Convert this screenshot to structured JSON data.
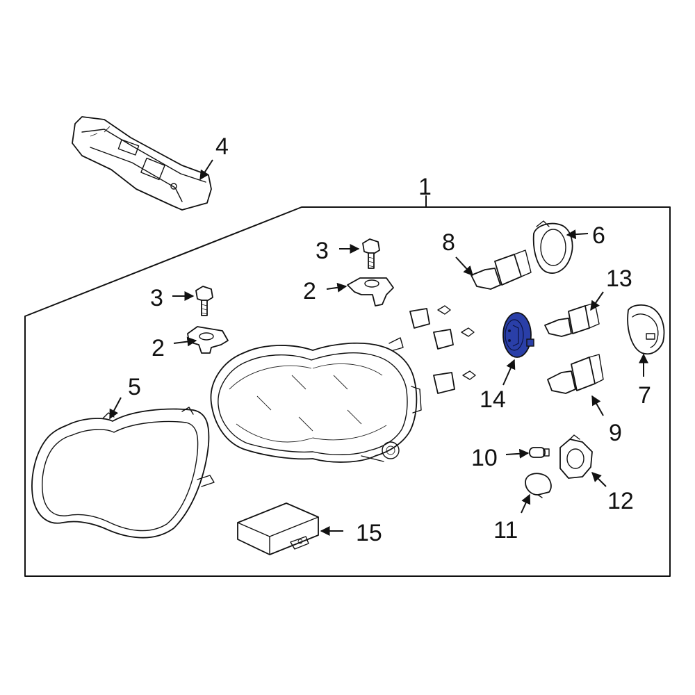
{
  "highlight_color": "#2a3fa8",
  "callouts": {
    "c1": "1",
    "c2a": "2",
    "c2b": "2",
    "c3a": "3",
    "c3b": "3",
    "c4": "4",
    "c5": "5",
    "c6": "6",
    "c7": "7",
    "c8": "8",
    "c9": "9",
    "c10": "10",
    "c11": "11",
    "c12": "12",
    "c13": "13",
    "c14": "14",
    "c15": "15"
  },
  "highlighted_part": "14"
}
